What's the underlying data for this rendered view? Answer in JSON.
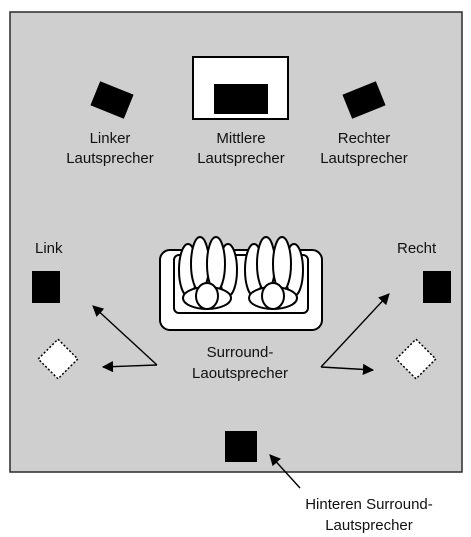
{
  "colors": {
    "room": "#cfcfcf",
    "border": "#2a2a2a",
    "speaker": "#000000",
    "background": "#ffffff"
  },
  "labels": {
    "left_front": [
      "Linker",
      "Lautsprecher"
    ],
    "center": [
      "Mittlere",
      "Lautsprecher"
    ],
    "right_front": [
      "Rechter",
      "Lautsprecher"
    ],
    "left_side": "Link",
    "right_side": "Recht",
    "surround": [
      "Surround-",
      "Laoutsprecher"
    ],
    "rear_surround": [
      "Hinteren Surround-",
      "Lautsprecher"
    ]
  },
  "icons": {
    "room": "room-floor",
    "front_speakers": "speaker-box-icon",
    "center": "tv-screen-icon",
    "seating": "sofa-with-listeners-icon",
    "optional_surround": "dotted-diamond-speaker-icon"
  }
}
